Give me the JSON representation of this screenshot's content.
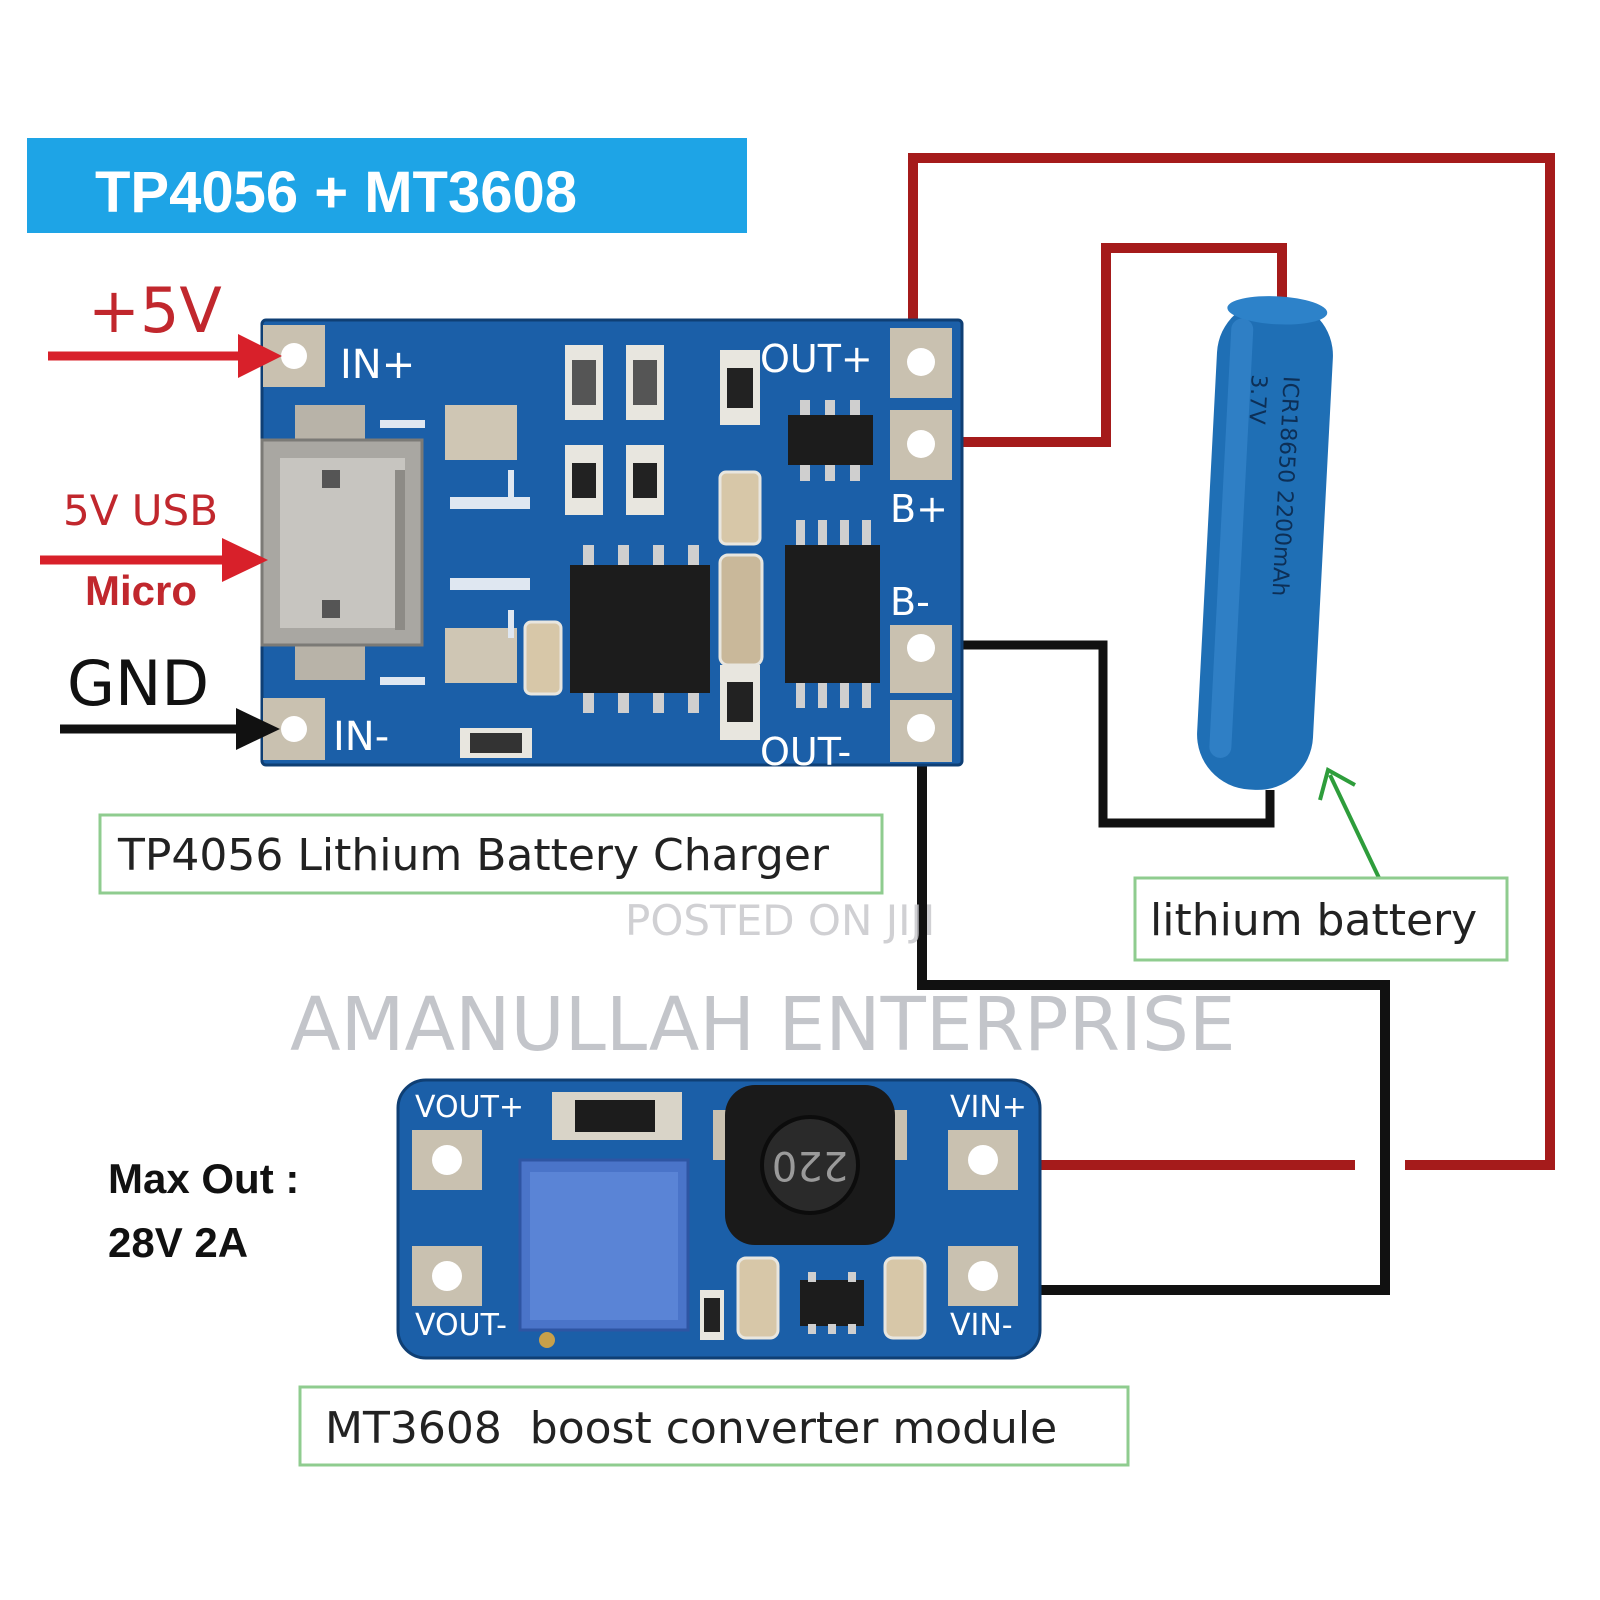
{
  "title_banner": {
    "text": "TP4056 + MT3608",
    "background": "#1ea4e6"
  },
  "tp4056": {
    "pin_in_plus": "IN+",
    "pin_in_minus": "IN-",
    "pin_out_plus": "OUT+",
    "pin_b_plus": "B+",
    "pin_b_minus": "B-",
    "pin_out_minus": "OUT-",
    "caption": "TP4056 Lithium Battery Charger"
  },
  "inputs": {
    "plus5v": "+5V",
    "usb_line1": "5V USB",
    "usb_line2": "Micro",
    "gnd": "GND"
  },
  "battery": {
    "print_line1": "ICR18650 2200mAh",
    "print_line2": "3.7V",
    "caption": "lithium battery"
  },
  "mt3608": {
    "pin_vout_plus": "VOUT+",
    "pin_vout_minus": "VOUT-",
    "pin_vin_plus": "VIN+",
    "pin_vin_minus": "VIN-",
    "inductor_marking": "220",
    "caption": "MT3608  boost converter module"
  },
  "max_out": {
    "line1": "Max  Out :",
    "line2": "28V 2A"
  },
  "watermarks": {
    "posted": "POSTED ON JIJI",
    "seller": "AMANULLAH ENTERPRISE"
  },
  "colors": {
    "pcb": "#1b5fa8",
    "pcb_dark": "#124a86",
    "wire_red": "#a51b1b",
    "wire_black": "#111111",
    "arrow_red": "#d8202a",
    "arrow_green": "#2e9d3b",
    "battery": "#1f6fb5",
    "caption_border": "#8fcc8f"
  }
}
